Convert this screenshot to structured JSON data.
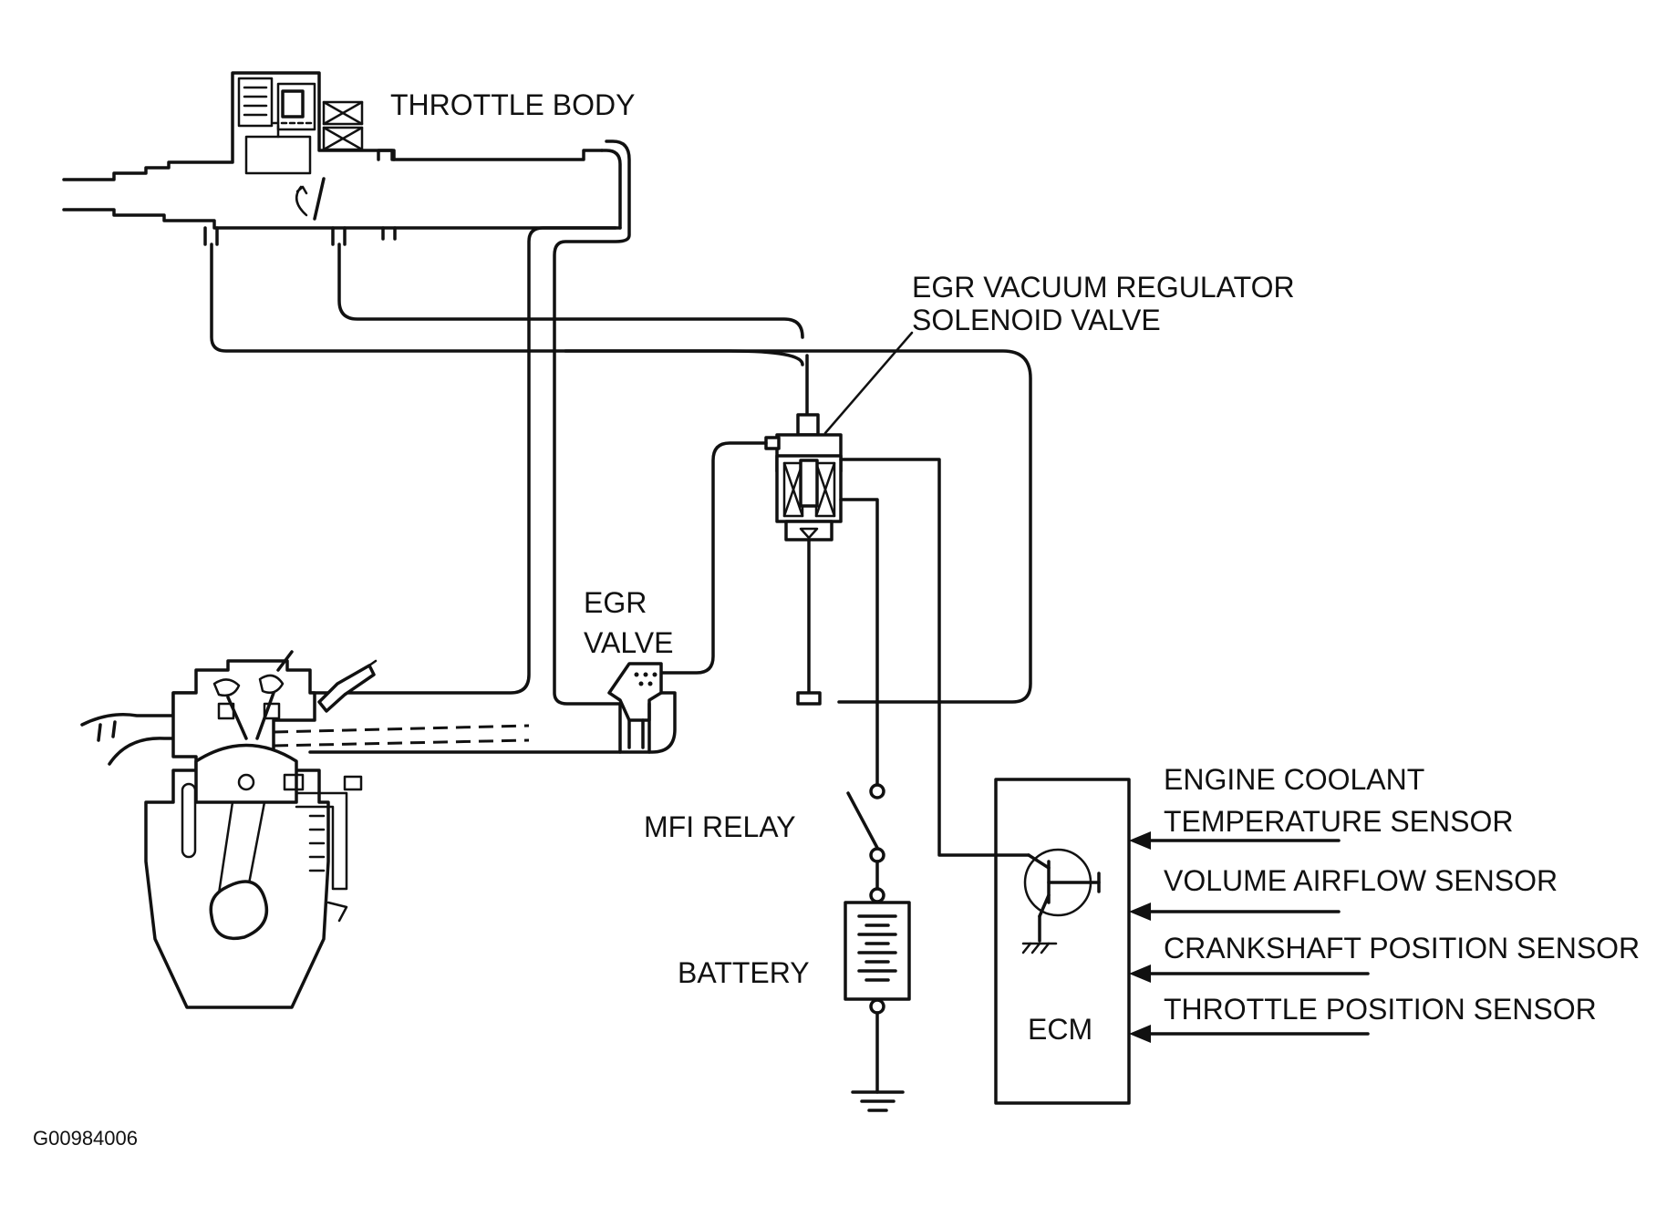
{
  "labels": {
    "throttle_body": "THROTTLE BODY",
    "egr_vacuum_regulator_line1": "EGR VACUUM REGULATOR",
    "egr_vacuum_regulator_line2": "SOLENOID VALVE",
    "egr_valve_line1": "EGR",
    "egr_valve_line2": "VALVE",
    "mfi_relay": "MFI RELAY",
    "battery": "BATTERY",
    "ecm": "ECM"
  },
  "sensor_inputs": [
    {
      "line1": "ENGINE COOLANT",
      "line2": "TEMPERATURE SENSOR"
    },
    {
      "line1": "VOLUME AIRFLOW SENSOR",
      "line2": ""
    },
    {
      "line1": "CRANKSHAFT POSITION SENSOR",
      "line2": ""
    },
    {
      "line1": "THROTTLE POSITION SENSOR",
      "line2": ""
    }
  ],
  "figure_code": "G00984006",
  "colors": {
    "ink": "#111111",
    "paper": "#ffffff"
  }
}
